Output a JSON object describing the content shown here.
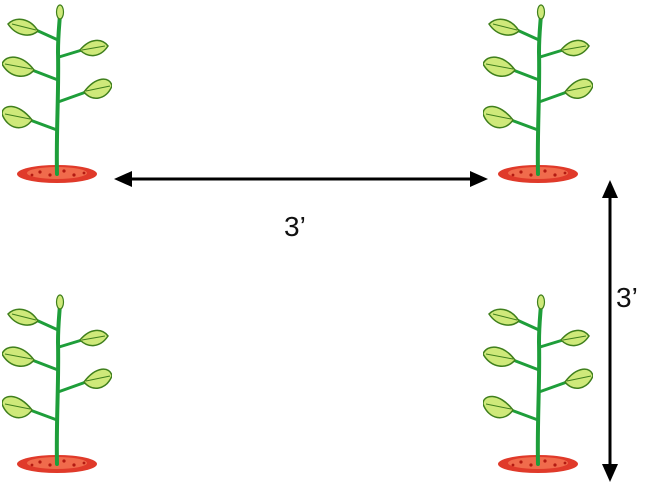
{
  "diagram": {
    "plants": [
      {
        "name": "plant-top-left"
      },
      {
        "name": "plant-top-right"
      },
      {
        "name": "plant-bottom-left"
      },
      {
        "name": "plant-bottom-right"
      }
    ],
    "horizontal_spacing_label": "3’",
    "vertical_spacing_label": "3’"
  },
  "colors": {
    "stem": "#1e9e3a",
    "leaf": "#cfe97a",
    "leaf_edge": "#3f7f1c",
    "soil": "#e03a2a",
    "arrow": "#000000"
  }
}
